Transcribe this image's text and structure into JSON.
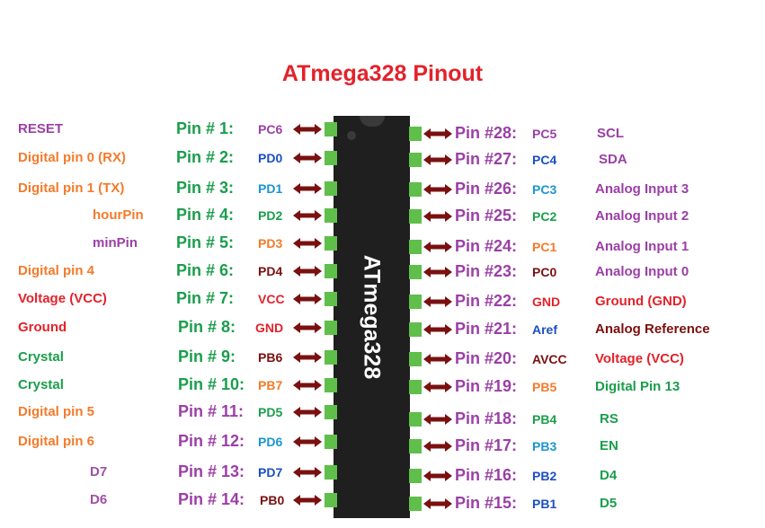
{
  "title": "ATmega328 Pinout",
  "chip_label": "ATmega328",
  "colors": {
    "title": "#e3222a",
    "chip": "#1f1f1f",
    "leg": "#5fbf4a",
    "arrow": "#7a1010",
    "purple": "#9b3fa6",
    "orange": "#f47a2a",
    "green": "#1a9e4b",
    "blue": "#1b4fc4",
    "cyan": "#1a95d0",
    "red": "#e3222a",
    "dark_red": "#7a1010",
    "gray_purple": "#a34ea8"
  },
  "left_pins": [
    {
      "pin": "Pin # 1:",
      "port": "PC6",
      "func": "RESET",
      "pin_color": "green",
      "port_color": "purple",
      "func_color": "purple"
    },
    {
      "pin": "Pin # 2:",
      "port": "PD0",
      "func": "Digital pin 0 (RX)",
      "pin_color": "green",
      "port_color": "blue",
      "func_color": "orange"
    },
    {
      "pin": "Pin # 3:",
      "port": "PD1",
      "func": "Digital pin 1 (TX)",
      "pin_color": "green",
      "port_color": "cyan",
      "func_color": "orange"
    },
    {
      "pin": "Pin # 4:",
      "port": "PD2",
      "func": "hourPin",
      "pin_color": "green",
      "port_color": "green",
      "func_color": "orange"
    },
    {
      "pin": "Pin # 5:",
      "port": "PD3",
      "func": "minPin",
      "pin_color": "green",
      "port_color": "orange",
      "func_color": "purple"
    },
    {
      "pin": "Pin # 6:",
      "port": "PD4",
      "func": "Digital pin 4",
      "pin_color": "green",
      "port_color": "dark_red",
      "func_color": "orange"
    },
    {
      "pin": "Pin # 7:",
      "port": "VCC",
      "func": "Voltage (VCC)",
      "pin_color": "green",
      "port_color": "red",
      "func_color": "red"
    },
    {
      "pin": "Pin # 8:",
      "port": "GND",
      "func": "Ground",
      "pin_color": "green",
      "port_color": "red",
      "func_color": "red"
    },
    {
      "pin": "Pin # 9:",
      "port": "PB6",
      "func": "Crystal",
      "pin_color": "green",
      "port_color": "dark_red",
      "func_color": "green"
    },
    {
      "pin": "Pin # 10:",
      "port": "PB7",
      "func": "Crystal",
      "pin_color": "green",
      "port_color": "orange",
      "func_color": "green"
    },
    {
      "pin": "Pin # 11:",
      "port": "PD5",
      "func": "Digital pin 5",
      "pin_color": "purple",
      "port_color": "green",
      "func_color": "orange"
    },
    {
      "pin": "Pin # 12:",
      "port": "PD6",
      "func": "Digital pin 6",
      "pin_color": "purple",
      "port_color": "cyan",
      "func_color": "orange"
    },
    {
      "pin": "Pin # 13:",
      "port": "PD7",
      "func": "D7",
      "pin_color": "purple",
      "port_color": "blue",
      "func_color": "gray_purple"
    },
    {
      "pin": "Pin # 14:",
      "port": "PB0",
      "func": "D6",
      "pin_color": "purple",
      "port_color": "dark_red",
      "func_color": "gray_purple"
    }
  ],
  "right_pins": [
    {
      "pin": "Pin #28:",
      "port": "PC5",
      "func": "SCL",
      "pin_color": "purple",
      "port_color": "purple",
      "func_color": "purple"
    },
    {
      "pin": "Pin #27:",
      "port": "PC4",
      "func": "SDA",
      "pin_color": "purple",
      "port_color": "blue",
      "func_color": "purple"
    },
    {
      "pin": "Pin #26:",
      "port": "PC3",
      "func": "Analog Input 3",
      "pin_color": "purple",
      "port_color": "cyan",
      "func_color": "purple"
    },
    {
      "pin": "Pin #25:",
      "port": "PC2",
      "func": "Analog Input 2",
      "pin_color": "purple",
      "port_color": "green",
      "func_color": "purple"
    },
    {
      "pin": "Pin #24:",
      "port": "PC1",
      "func": "Analog Input 1",
      "pin_color": "purple",
      "port_color": "orange",
      "func_color": "purple"
    },
    {
      "pin": "Pin #23:",
      "port": "PC0",
      "func": "Analog Input 0",
      "pin_color": "purple",
      "port_color": "dark_red",
      "func_color": "purple"
    },
    {
      "pin": "Pin #22:",
      "port": "GND",
      "func": "Ground (GND)",
      "pin_color": "purple",
      "port_color": "red",
      "func_color": "red"
    },
    {
      "pin": "Pin #21:",
      "port": "Aref",
      "func": "Analog Reference",
      "pin_color": "purple",
      "port_color": "blue",
      "func_color": "dark_red"
    },
    {
      "pin": "Pin #20:",
      "port": "AVCC",
      "func": "Voltage (VCC)",
      "pin_color": "purple",
      "port_color": "dark_red",
      "func_color": "red"
    },
    {
      "pin": "Pin #19:",
      "port": "PB5",
      "func": "Digital Pin 13",
      "pin_color": "purple",
      "port_color": "orange",
      "func_color": "green"
    },
    {
      "pin": "Pin #18:",
      "port": "PB4",
      "func": "RS",
      "pin_color": "purple",
      "port_color": "green",
      "func_color": "green"
    },
    {
      "pin": "Pin #17:",
      "port": "PB3",
      "func": "EN",
      "pin_color": "purple",
      "port_color": "cyan",
      "func_color": "green"
    },
    {
      "pin": "Pin #16:",
      "port": "PB2",
      "func": "D4",
      "pin_color": "purple",
      "port_color": "blue",
      "func_color": "green"
    },
    {
      "pin": "Pin #15:",
      "port": "PB1",
      "func": "D5",
      "pin_color": "purple",
      "port_color": "blue",
      "func_color": "green"
    }
  ]
}
